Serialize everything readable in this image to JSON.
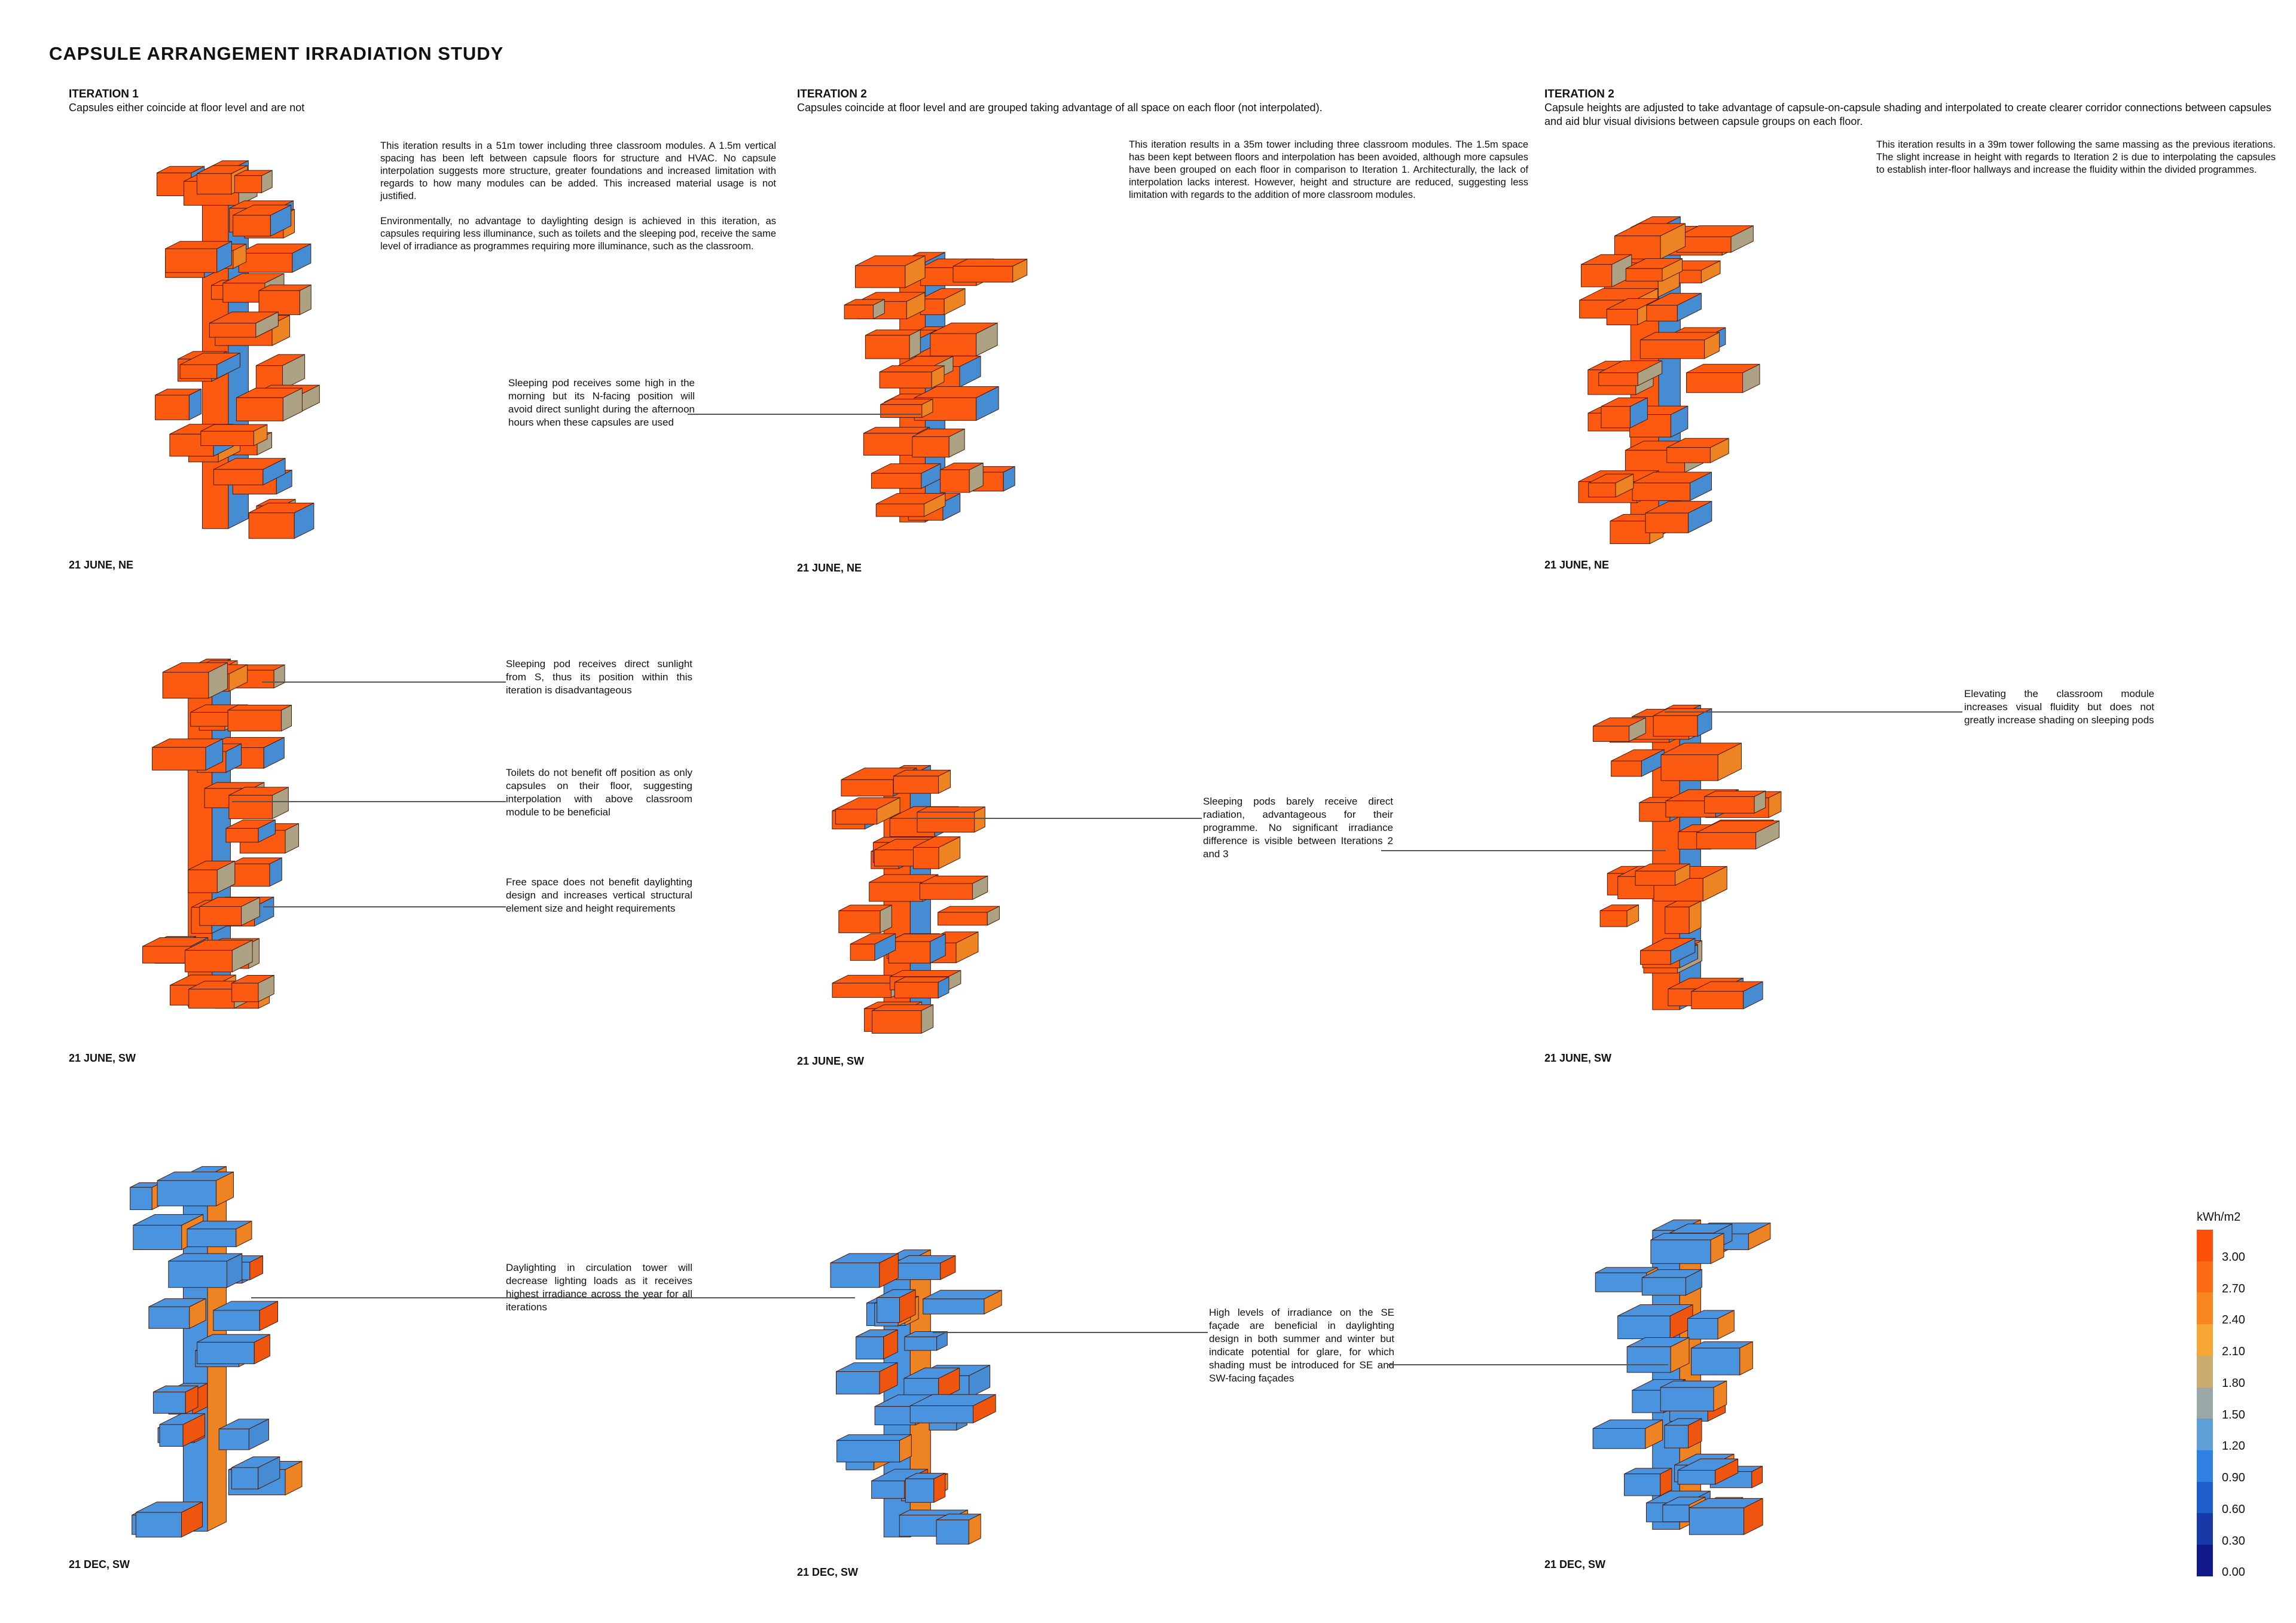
{
  "title": "CAPSULE ARRANGEMENT IRRADIATION STUDY",
  "columns": [
    {
      "heading": "ITERATION 1",
      "subheading": "Capsules either coincide at floor level and are not",
      "paragraphs": [
        "This iteration results in a 51m tower including three classroom modules. A 1.5m vertical spacing has been left between capsule floors for structure and HVAC. No capsule interpolation suggests more structure, greater foundations and increased limitation with regards to how many modules can be added. This increased material usage is not justified.",
        "Environmentally, no advantage to daylighting design is achieved in this iteration, as capsules requiring less illuminance, such as toilets and the sleeping pod, receive the same level of irradiance as programmes requiring more illuminance, such as the classroom."
      ]
    },
    {
      "heading": "ITERATION 2",
      "subheading": "Capsules coincide at floor level and are grouped taking advantage of all space on each floor (not interpolated).",
      "paragraphs": [
        "This iteration results in a 35m tower including three classroom modules. The 1.5m space has been kept between floors and interpolation has been avoided, although more capsules have been grouped on each floor in comparison to Iteration 1. Architecturally, the lack of interpolation lacks interest. However, height and structure are reduced, suggesting less limitation with regards to the addition of more classroom modules."
      ]
    },
    {
      "heading": "ITERATION 2",
      "subheading": "Capsule heights are adjusted to take advantage of capsule-on-capsule shading and interpolated to create clearer corridor connections between capsules and aid blur visual divisions between capsule groups on each floor.",
      "paragraphs": [
        "This iteration results in a 39m tower following the same massing as the previous iterations. The slight increase in height with regards to Iteration 2 is due to interpolating the capsules to establish inter-floor hallways and increase the fluidity within the divided programmes."
      ]
    }
  ],
  "captions": {
    "r1c1": "21 JUNE, NE",
    "r1c2": "21 JUNE, NE",
    "r1c3": "21 JUNE, NE",
    "r2c1": "21 JUNE, SW",
    "r2c2": "21 JUNE, SW",
    "r2c3": "21 JUNE, SW",
    "r3c1": "21 DEC, SW",
    "r3c2": "21 DEC, SW",
    "r3c3": "21 DEC, SW"
  },
  "notes": {
    "sleeping_ne": "Sleeping pod receives some high in the morning but its N-facing position will avoid direct sunlight during the afternoon hours when these capsules are used",
    "sleeping_sw": "Sleeping pod receives direct sunlight from S, thus its position within this iteration is disadvantageous",
    "toilets": "Toilets do not benefit off position as only capsules on their floor, suggesting interpolation with above classroom module to be beneficial",
    "free_space": "Free space does not benefit daylighting design and increases vertical structural element size and height requirements",
    "pods_barely": "Sleeping pods barely receive direct radiation, advantageous for their programme. No significant irradiance difference is visible between Iterations 2 and 3",
    "elevating": "Elevating the classroom module increases visual fluidity but does not greatly increase shading on sleeping pods",
    "circulation": "Daylighting in circulation tower will decrease lighting loads as it receives highest irradiance across the year for all iterations",
    "se_facade": "High levels of irradiance on the SE façade are beneficial in daylighting design in both summer and winter but indicate potential for glare, for which shading must be introduced for SE and SW-facing façades"
  },
  "legend": {
    "unit": "kWh/m2",
    "ticks": [
      "3.00",
      "2.70",
      "2.40",
      "2.10",
      "1.80",
      "1.50",
      "1.20",
      "0.90",
      "0.60",
      "0.30",
      "0.00"
    ],
    "colors": [
      "#fb4f0a",
      "#fb6a14",
      "#fa8620",
      "#f6a635",
      "#c9ac6e",
      "#9aa8a8",
      "#5e9fd6",
      "#2f80e0",
      "#1f5ec9",
      "#173aa8",
      "#10188a"
    ]
  },
  "palette": {
    "hot": "#fb5a10",
    "warm": "#f98a25",
    "mid": "#b5a98a",
    "cool": "#4a93de",
    "cold": "#2a6fd6",
    "outline": "#4a1a0a"
  }
}
